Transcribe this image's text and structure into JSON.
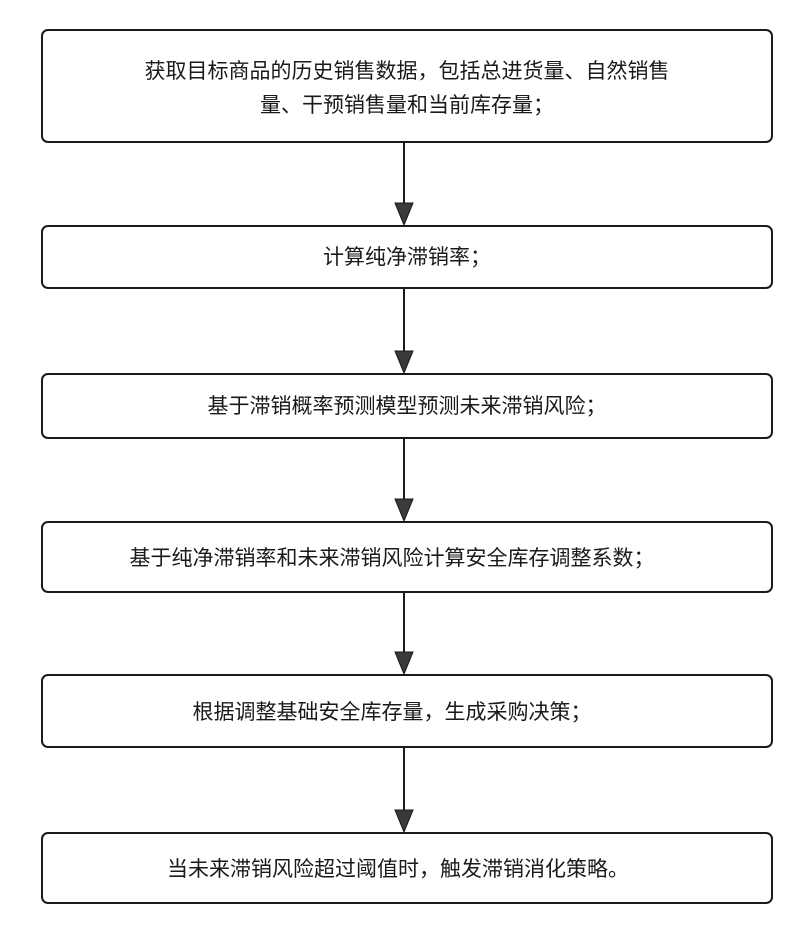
{
  "flowchart": {
    "steps": [
      {
        "lines": [
          "获取目标商品的历史销售数据，包括总进货量、自然销售",
          "量、干预销售量和当前库存量；"
        ]
      },
      {
        "lines": [
          "计算纯净滞销率；"
        ]
      },
      {
        "lines": [
          "基于滞销概率预测模型预测未来滞销风险；"
        ]
      },
      {
        "lines": [
          "基于纯净滞销率和未来滞销风险计算安全库存调整系数；"
        ]
      },
      {
        "lines": [
          "根据调整基础安全库存量，生成采购决策；"
        ]
      },
      {
        "lines": [
          "当未来滞销风险超过阈值时，触发滞销消化策略。"
        ]
      }
    ]
  }
}
